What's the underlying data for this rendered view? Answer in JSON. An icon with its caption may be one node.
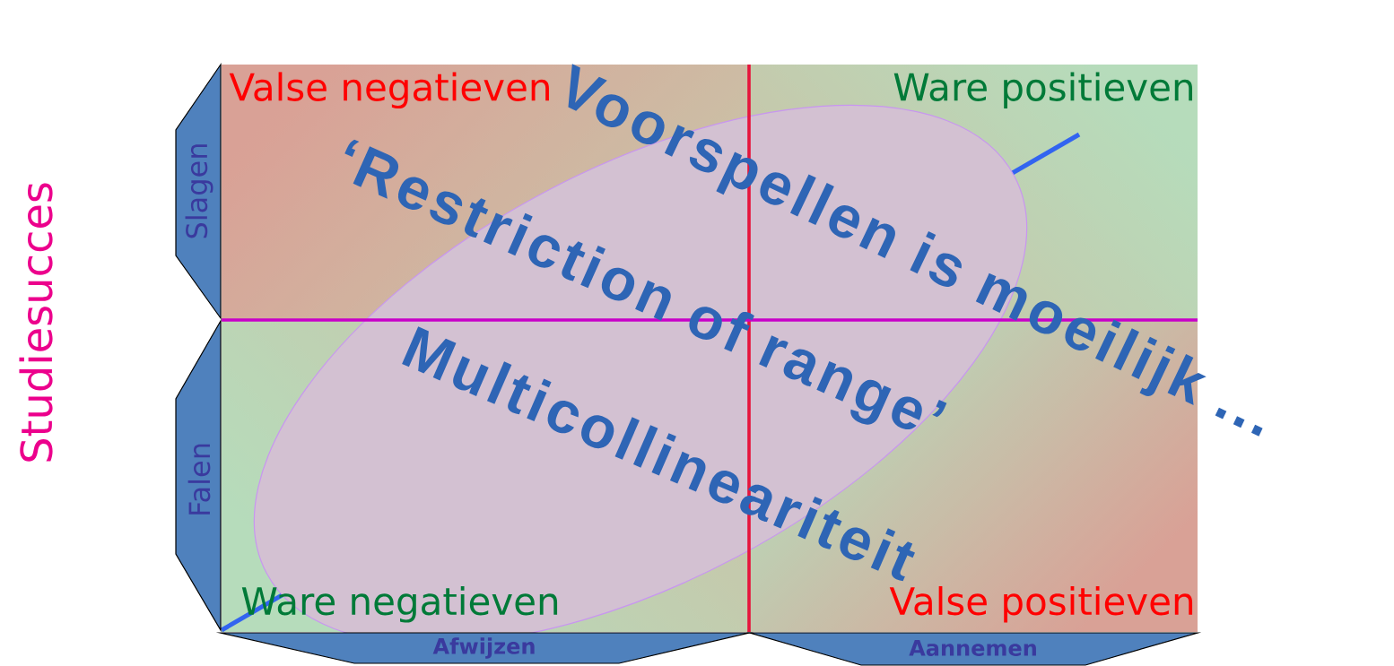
{
  "diagram": {
    "nodes": [
      {
        "text": [
          "Valse negatieven"
        ]
      },
      {
        "text": [
          "Ware positieven"
        ]
      },
      {
        "text": [
          "Ware negatieven"
        ]
      },
      {
        "text": [
          "Valse positieven"
        ]
      },
      {
        "text": [
          "Slagen"
        ]
      },
      {
        "text": [
          "Falen"
        ]
      },
      {
        "text": [
          "Afwijzen"
        ]
      },
      {
        "text": [
          "Aannemen"
        ]
      }
    ],
    "labels": [
      "Voorspellen is moeilijk ...",
      "‘Restriction of range’",
      "Multicollineariteit",
      "Studiesucces"
    ]
  }
}
